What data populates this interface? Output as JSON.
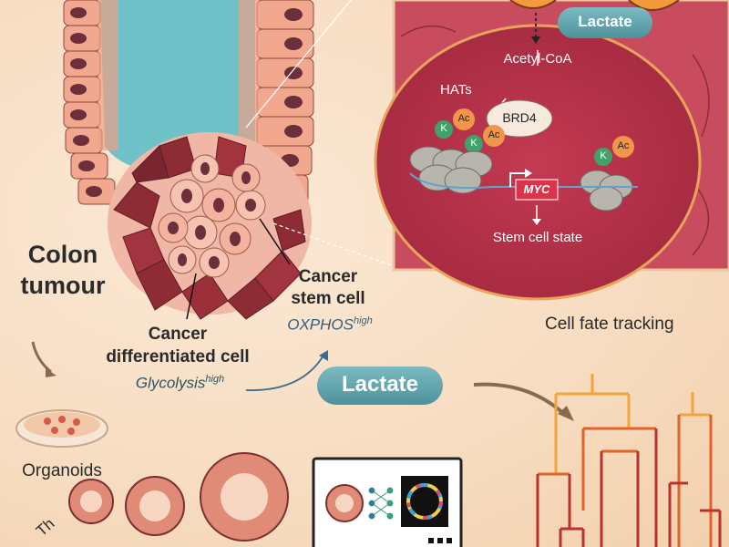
{
  "labels": {
    "colon_tumour_line1": "Colon",
    "colon_tumour_line2": "tumour",
    "cancer_stem_cell_line1": "Cancer",
    "cancer_stem_cell_line2": "stem cell",
    "oxphos_base": "OXPHOS",
    "oxphos_sup": "high",
    "cancer_diff_line1": "Cancer",
    "cancer_diff_line2": "differentiated cell",
    "glycolysis_base": "Glycolysis",
    "glycolysis_sup": "high",
    "lactate_center": "Lactate",
    "organoids": "Organoids",
    "cell_fate_tracking": "Cell fate tracking",
    "bottom_left_text": "Th"
  },
  "inset": {
    "lactate": "Lactate",
    "acetyl_coa": "Acetyl-CoA",
    "hats": "HATs",
    "brd4": "BRD4",
    "k": "K",
    "ac": "Ac",
    "myc": "MYC",
    "stem_cell_state": "Stem cell state"
  },
  "colors": {
    "inset_border": "#e8b58a",
    "nucleus_fill": "#b9324a",
    "nucleus_ring": "#e6a05a",
    "lactate_pill": "#5fa3ac",
    "k_green": "#3fa16b",
    "ac_orange": "#f0954a",
    "myc_red": "#d8354a",
    "tree_dark": "#b7342c",
    "tree_mid": "#e0622d",
    "tree_light": "#f3a43a"
  }
}
